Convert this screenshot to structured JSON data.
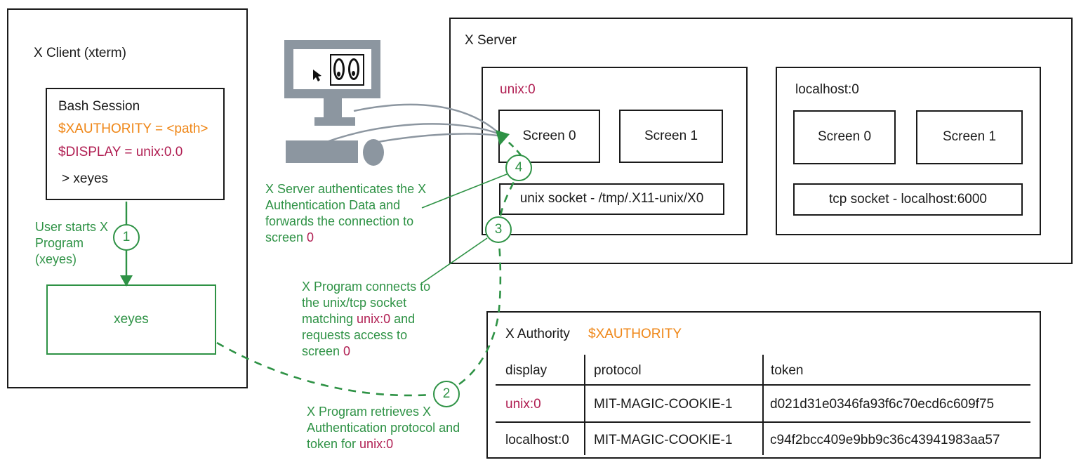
{
  "colors": {
    "green": "#2e9245",
    "crimson": "#b01e52",
    "orange": "#ef8616",
    "gray": "#8c96a0",
    "black": "#1a1a1a"
  },
  "x_client": {
    "title": "X Client (xterm)",
    "bash": {
      "title": "Bash Session",
      "xauthority": "$XAUTHORITY = <path>",
      "display": "$DISPLAY = unix:0.0",
      "command": "> xeyes"
    },
    "xeyes_label": "xeyes"
  },
  "steps": {
    "s1": {
      "num": "1",
      "text": "User starts X Program (xeyes)"
    },
    "s2": {
      "num": "2",
      "t1": "X Program retrieves X Authentication protocol and token for ",
      "t2": "unix:0"
    },
    "s3": {
      "num": "3",
      "t1": "X Program connects to the unix/tcp socket matching ",
      "t2": "unix:0",
      "t3": " and requests access to screen ",
      "t4": "0"
    },
    "s4": {
      "num": "4",
      "t1": "X Server authenticates the X Authentication Data and forwards the connection to screen ",
      "t2": "0"
    }
  },
  "x_server": {
    "title": "X Server",
    "unix_display": {
      "name": "unix:0",
      "screen0": "Screen 0",
      "screen1": "Screen 1",
      "socket": "unix socket - /tmp/.X11-unix/X0"
    },
    "tcp_display": {
      "name": "localhost:0",
      "screen0": "Screen 0",
      "screen1": "Screen 1",
      "socket": "tcp socket - localhost:6000"
    }
  },
  "x_authority": {
    "title": "X Authority",
    "env": "$XAUTHORITY",
    "headers": {
      "display": "display",
      "protocol": "protocol",
      "token": "token"
    },
    "rows": [
      {
        "display": "unix:0",
        "protocol": "MIT-MAGIC-COOKIE-1",
        "token": "d021d31e0346fa93f6c70ecd6c609f75"
      },
      {
        "display": "localhost:0",
        "protocol": "MIT-MAGIC-COOKIE-1",
        "token": "c94f2bcc409e9bb9c36c43941983aa57"
      }
    ]
  }
}
